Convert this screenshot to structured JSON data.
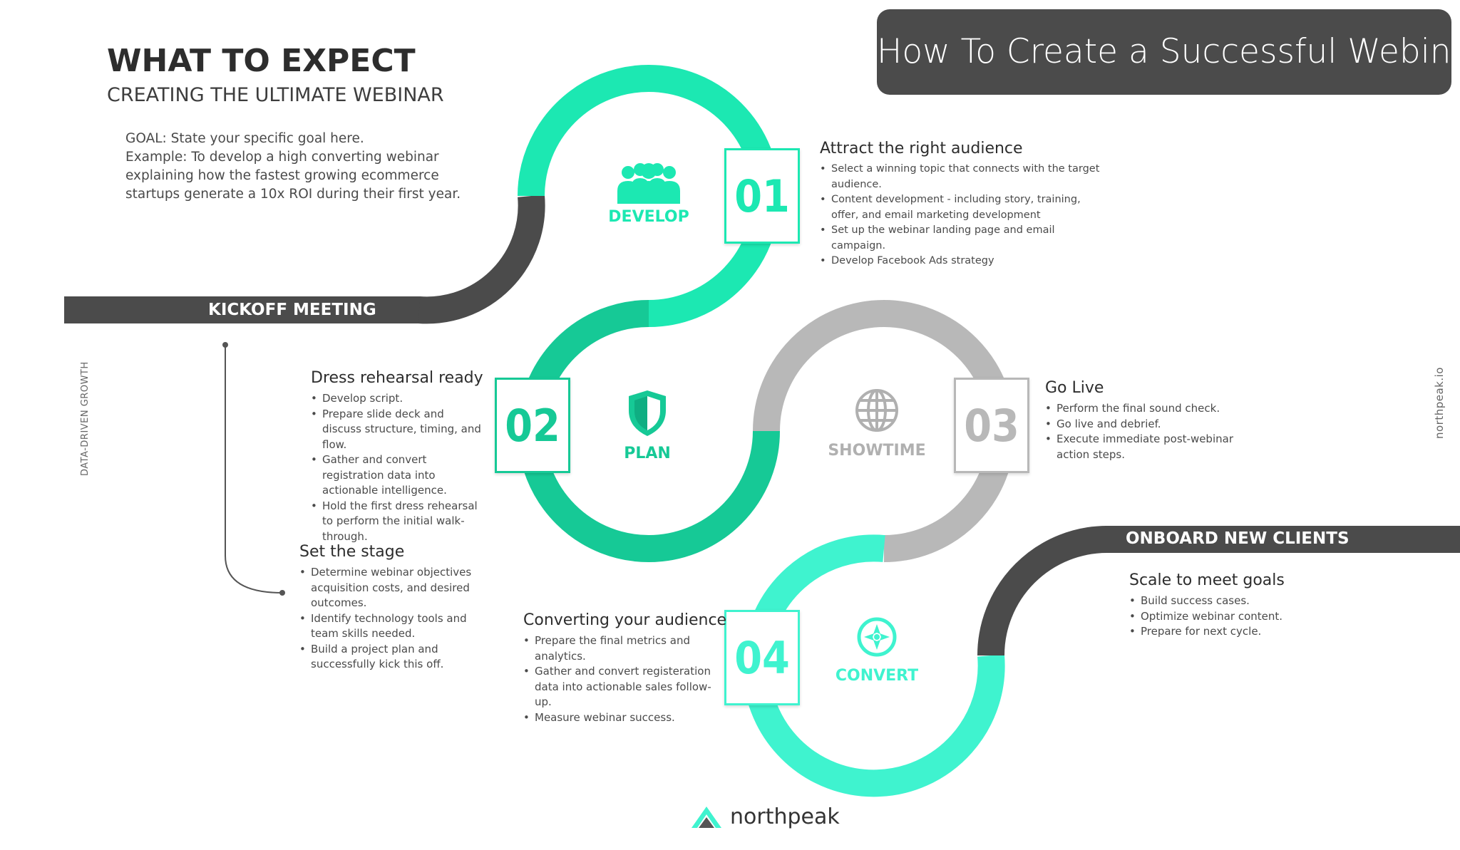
{
  "banner": {
    "title": "How To Create a Successful Webinar"
  },
  "header": {
    "title": "WHAT TO EXPECT",
    "subtitle": "CREATING THE ULTIMATE WEBINAR"
  },
  "goal": {
    "line1": "GOAL: State your specific goal here.",
    "line2": "Example: To develop a high converting webinar",
    "line3": "explaining how the fastest growing ecommerce",
    "line4": "startups generate a 10x ROI during their first year."
  },
  "bars": {
    "kickoff": "KICKOFF MEETING",
    "onboard": "ONBOARD NEW CLIENTS"
  },
  "stages": {
    "develop": {
      "number": "01",
      "label": "DEVELOP",
      "icon": "team-icon",
      "color": "#1ce8b2",
      "title": "Attract the right audience",
      "bullets": [
        "Select a winning topic that connects with the target audience.",
        "Content development - including story, training, offer, and email marketing development",
        "Set up the webinar landing page and email campaign.",
        "Develop Facebook Ads strategy"
      ]
    },
    "plan": {
      "number": "02",
      "label": "PLAN",
      "icon": "shield-icon",
      "color": "#16c996",
      "title": "Dress rehearsal ready",
      "bullets": [
        "Develop script.",
        "Prepare slide deck and discuss structure, timing, and flow.",
        "Gather and convert registration data into actionable intelligence.",
        "Hold the first dress rehearsal to perform the initial walk-through."
      ]
    },
    "showtime": {
      "number": "03",
      "label": "SHOWTIME",
      "icon": "globe-icon",
      "color": "#b8b8b8",
      "title": "Go Live",
      "bullets": [
        "Perform the final sound check.",
        "Go live and debrief.",
        "Execute immediate post-webinar action steps."
      ]
    },
    "convert": {
      "number": "04",
      "label": "CONVERT",
      "icon": "compass-icon",
      "color": "#3ff3cf",
      "title": "Converting your audience",
      "bullets": [
        "Prepare the final metrics and analytics.",
        "Gather and convert registeration data into actionable sales follow-up.",
        "Measure webinar success."
      ]
    }
  },
  "set_stage": {
    "title": "Set the stage",
    "bullets": [
      "Determine webinar objectives acquisition costs, and desired outcomes.",
      "Identify technology tools and team skills needed.",
      "Build a project plan and successfully kick this off."
    ]
  },
  "scale": {
    "title": "Scale to meet goals",
    "bullets": [
      "Build success cases.",
      "Optimize webinar content.",
      "Prepare for next cycle."
    ]
  },
  "side_left": "DATA-DRIVEN GROWTH",
  "side_right": "northpeak.io",
  "brand": {
    "name": "northpeak",
    "logo": "mountain-logo-icon"
  },
  "colors": {
    "dark": "#4b4b4b",
    "develop": "#1ce8b2",
    "plan": "#16c996",
    "showtime": "#b8b8b8",
    "convert": "#3ff3cf"
  }
}
